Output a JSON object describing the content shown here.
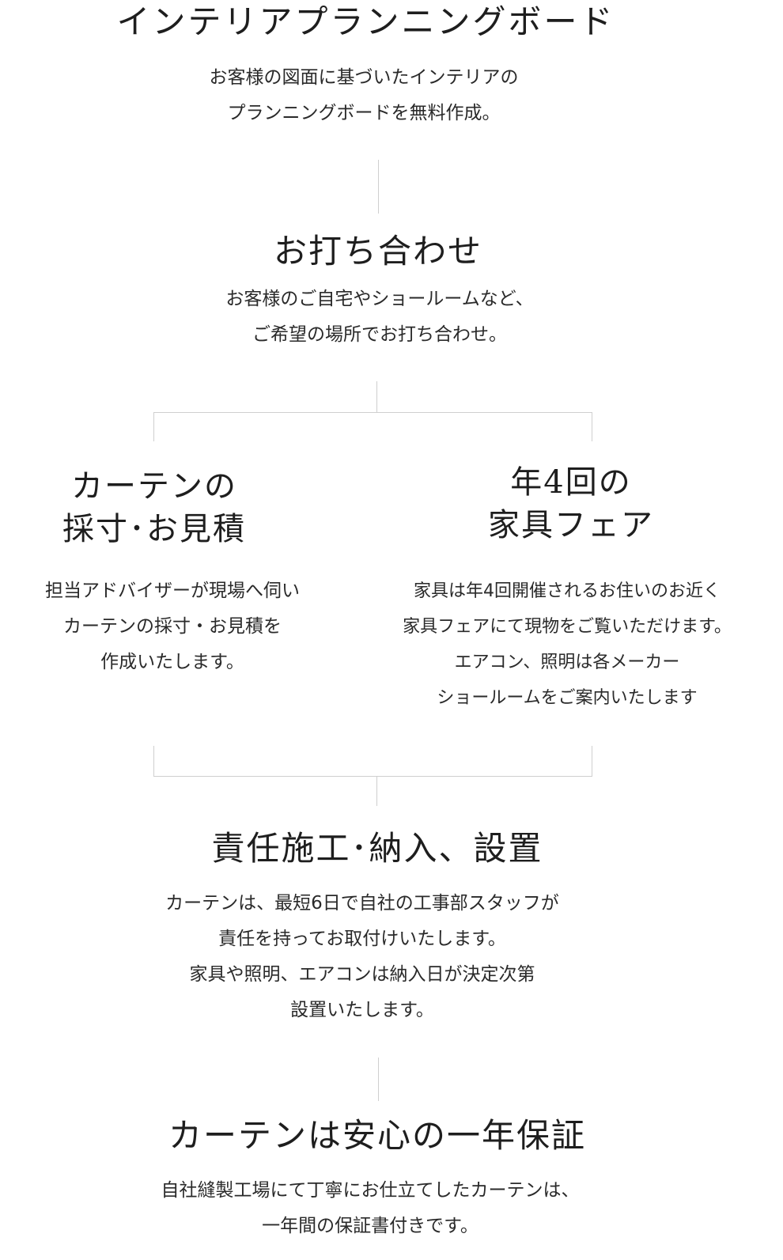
{
  "steps": {
    "planning": {
      "title": "インテリアプランニングボード",
      "lines": [
        "お客様の図面に基づいたインテリアの",
        "プランニングボードを無料作成。"
      ]
    },
    "meeting": {
      "title": "お打ち合わせ",
      "lines": [
        "お客様のご自宅やショールームなど、",
        "ご希望の場所でお打ち合わせ。"
      ]
    },
    "curtain_measure": {
      "title_lines": [
        "カーテンの",
        "採寸･お見積"
      ],
      "lines": [
        "担当アドバイザーが現場へ伺い",
        "カーテンの採寸・お見積を",
        "作成いたします。"
      ]
    },
    "furniture_fair": {
      "title_lines": [
        "年4回の",
        "家具フェア"
      ],
      "lines": [
        "家具は年4回開催されるお住いのお近く",
        "家具フェアにて現物をご覧いただけます。",
        "エアコン、照明は各メーカー",
        "ショールームをご案内いたします"
      ]
    },
    "installation": {
      "title": "責任施工･納入、設置",
      "lines": [
        "カーテンは、最短6日で自社の工事部スタッフが",
        "責任を持ってお取付けいたします。",
        "家具や照明、エアコンは納入日が決定次第",
        "設置いたします。"
      ]
    },
    "warranty": {
      "title": "カーテンは安心の一年保証",
      "lines": [
        "自社縫製工場にて丁寧にお仕立てしたカーテンは、",
        "一年間の保証書付きです。"
      ]
    }
  },
  "colors": {
    "text": "#2a2a2a",
    "heading": "#1e1e1e",
    "connector": "#cfcfcf"
  }
}
